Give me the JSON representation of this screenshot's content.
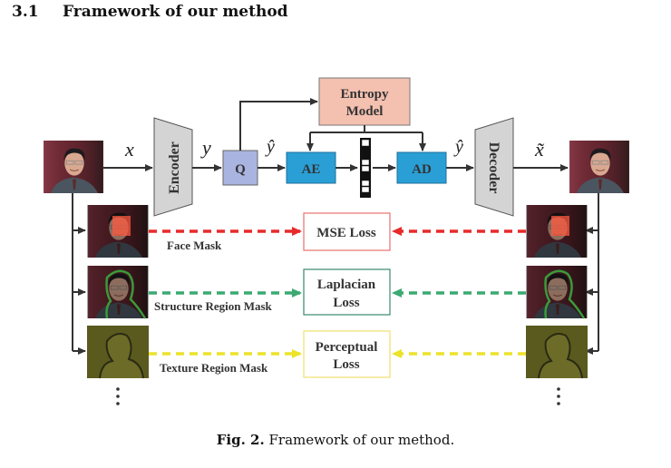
{
  "section": {
    "number": "3.1",
    "title": "Framework of our method"
  },
  "diagram": {
    "symbols": {
      "x": "x",
      "y": "y",
      "y_hat": "ŷ",
      "y_hat_2": "ŷ",
      "x_tilde": "x̃"
    },
    "blocks": {
      "encoder": "Encoder",
      "decoder": "Decoder",
      "quantizer": "Q",
      "entropy_model_line1": "Entropy",
      "entropy_model_line2": "Model",
      "arithmetic_encoder": "AE",
      "arithmetic_decoder": "AD"
    },
    "losses": {
      "mse": "MSE Loss",
      "laplacian_line1": "Laplacian",
      "laplacian_line2": "Loss",
      "perceptual_line1": "Perceptual",
      "perceptual_line2": "Loss"
    },
    "mask_labels": {
      "face": "Face Mask",
      "structure": "Structure Region Mask",
      "texture": "Texture Region Mask"
    },
    "colors": {
      "quantizer_fill": "#aab4e0",
      "coder_fill": "#2a9fd6",
      "entropy_fill": "#f4c0b0",
      "block_gray": "#d4d4d4",
      "mse": "#e82a2a",
      "laplacian": "#3aaa72",
      "perceptual": "#ece32a",
      "arrow": "#333333"
    }
  },
  "caption": {
    "label": "Fig. 2.",
    "text": "Framework of our method."
  }
}
